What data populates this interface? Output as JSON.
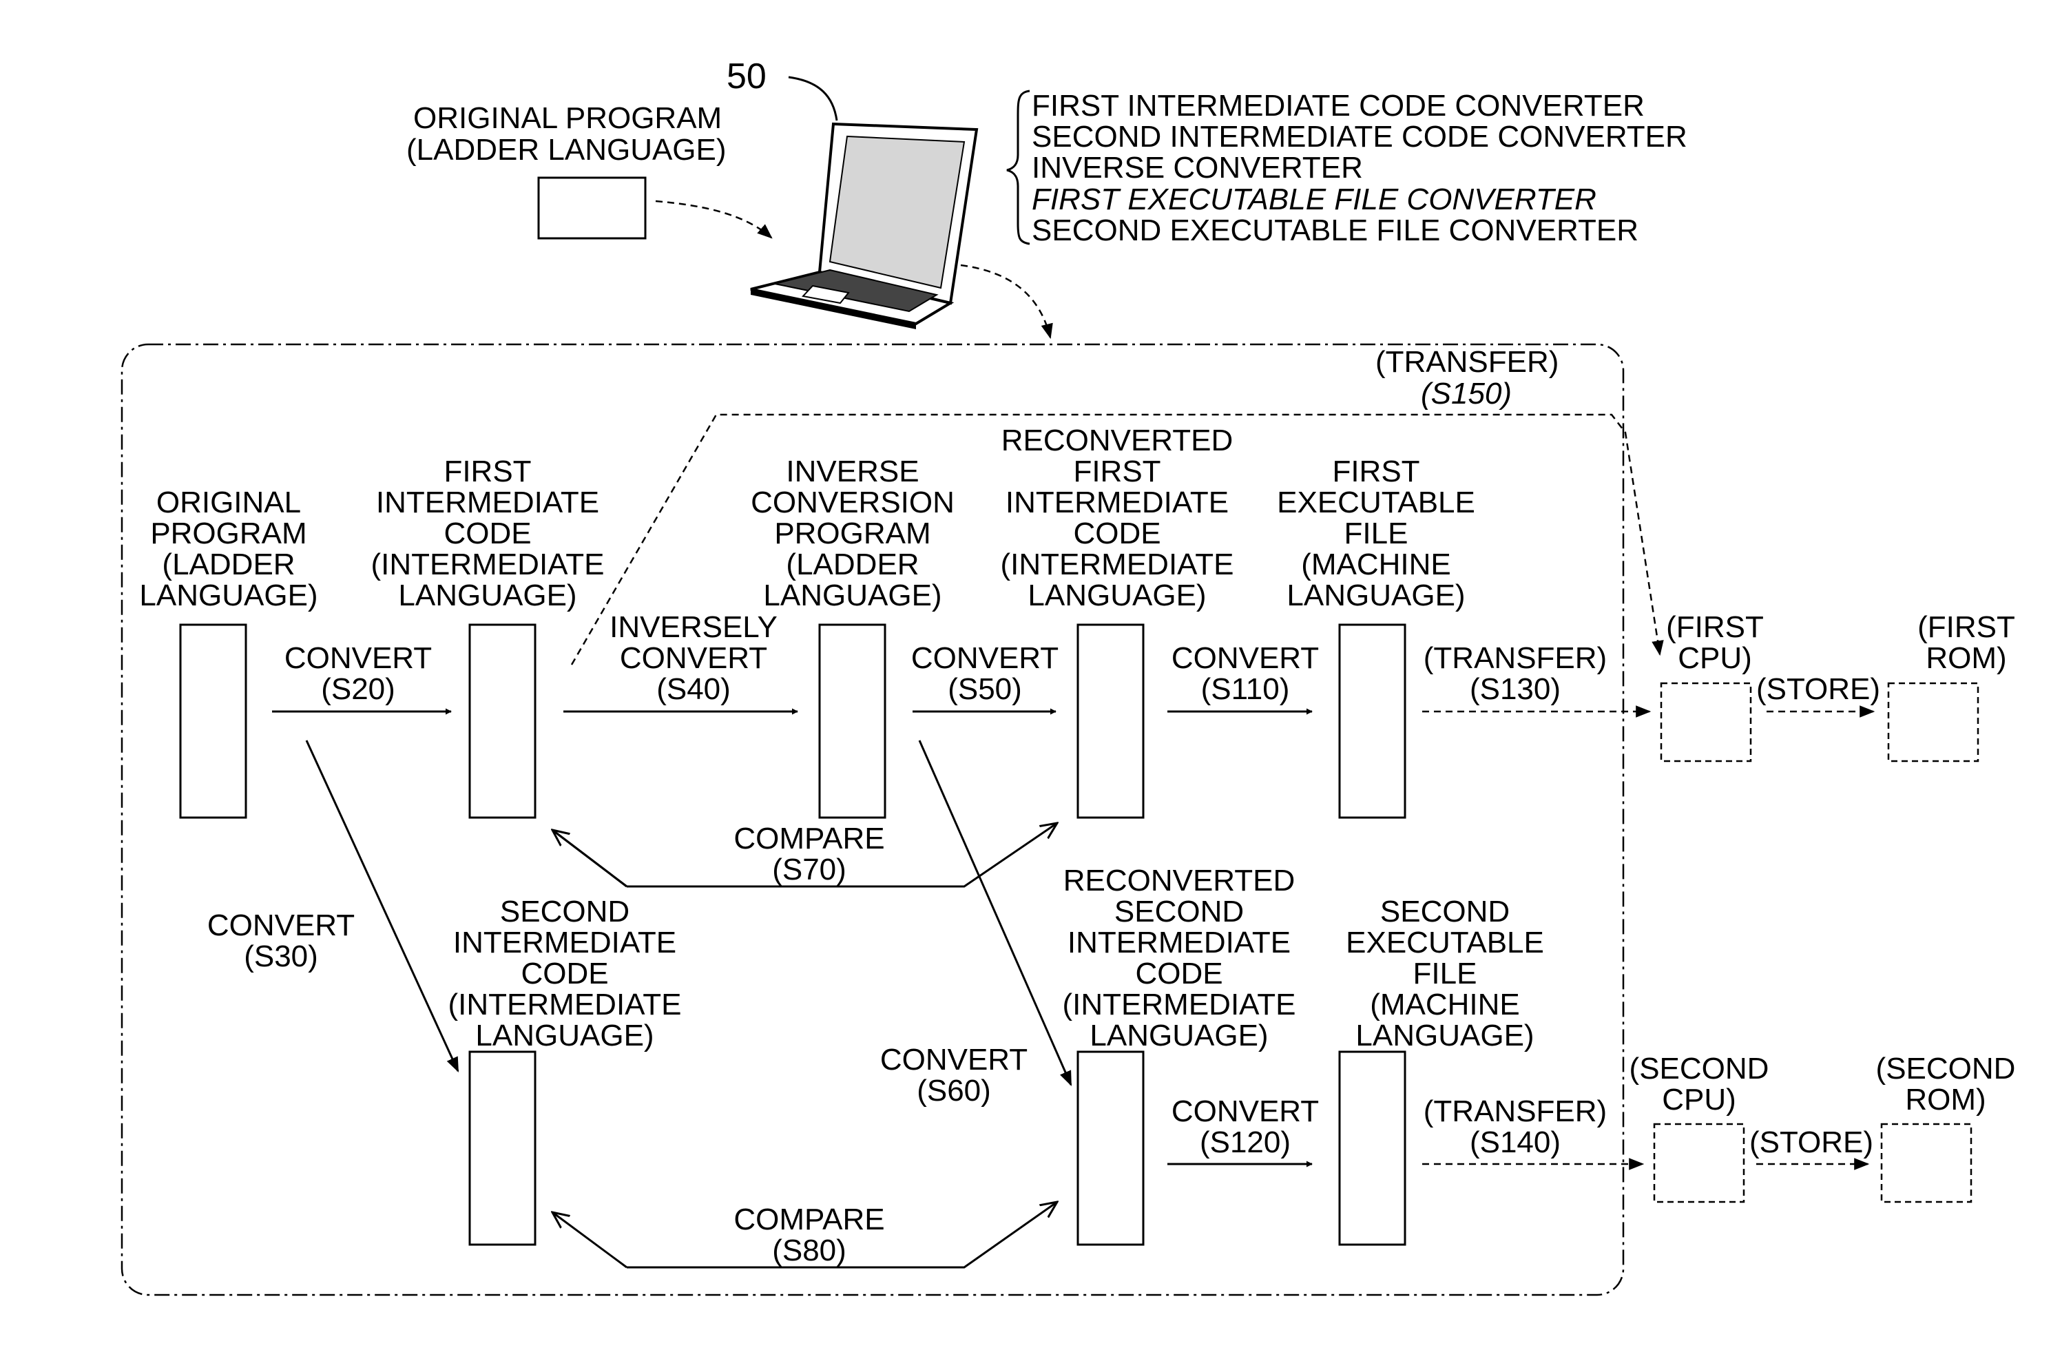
{
  "device_number": "50",
  "source_program": {
    "line1": "ORIGINAL PROGRAM",
    "line2": "(LADDER LANGUAGE)"
  },
  "converter_list": [
    "FIRST INTERMEDIATE CODE CONVERTER",
    "SECOND INTERMEDIATE CODE CONVERTER",
    "INVERSE CONVERTER",
    "FIRST EXECUTABLE FILE CONVERTER",
    "SECOND EXECUTABLE FILE CONVERTER"
  ],
  "transfer_top": {
    "line1": "(TRANSFER)",
    "line2": "(S150)"
  },
  "blocks": {
    "original": [
      "ORIGINAL",
      "PROGRAM",
      "(LADDER",
      "LANGUAGE)"
    ],
    "first_intermediate": [
      "FIRST",
      "INTERMEDIATE",
      "CODE",
      "(INTERMEDIATE",
      "LANGUAGE)"
    ],
    "inverse_program": [
      "INVERSE",
      "CONVERSION",
      "PROGRAM",
      "(LADDER",
      "LANGUAGE)"
    ],
    "reconverted_first": [
      "RECONVERTED",
      "FIRST",
      "INTERMEDIATE",
      "CODE",
      "(INTERMEDIATE",
      "LANGUAGE)"
    ],
    "first_executable": [
      "FIRST",
      "EXECUTABLE",
      "FILE",
      "(MACHINE",
      "LANGUAGE)"
    ],
    "second_intermediate": [
      "SECOND",
      "INTERMEDIATE",
      "CODE",
      "(INTERMEDIATE",
      "LANGUAGE)"
    ],
    "reconverted_second": [
      "RECONVERTED",
      "SECOND",
      "INTERMEDIATE",
      "CODE",
      "(INTERMEDIATE",
      "LANGUAGE)"
    ],
    "second_executable": [
      "SECOND",
      "EXECUTABLE",
      "FILE",
      "(MACHINE",
      "LANGUAGE)"
    ]
  },
  "steps": {
    "s20": [
      "CONVERT",
      "(S20)"
    ],
    "s30": [
      "CONVERT",
      "(S30)"
    ],
    "s40": [
      "INVERSELY",
      "CONVERT",
      "(S40)"
    ],
    "s50": [
      "CONVERT",
      "(S50)"
    ],
    "s60": [
      "CONVERT",
      "(S60)"
    ],
    "s70": [
      "COMPARE",
      "(S70)"
    ],
    "s80": [
      "COMPARE",
      "(S80)"
    ],
    "s110": [
      "CONVERT",
      "(S110)"
    ],
    "s120": [
      "CONVERT",
      "(S120)"
    ],
    "s130": [
      "(TRANSFER)",
      "(S130)"
    ],
    "s140": [
      "(TRANSFER)",
      "(S140)"
    ]
  },
  "targets": {
    "first_cpu": [
      "(FIRST",
      "CPU)"
    ],
    "first_rom": [
      "(FIRST",
      "ROM)"
    ],
    "second_cpu": [
      "(SECOND",
      "CPU)"
    ],
    "second_rom": [
      "(SECOND",
      "ROM)"
    ],
    "store_first": "(STORE)",
    "store_second": "(STORE)"
  }
}
